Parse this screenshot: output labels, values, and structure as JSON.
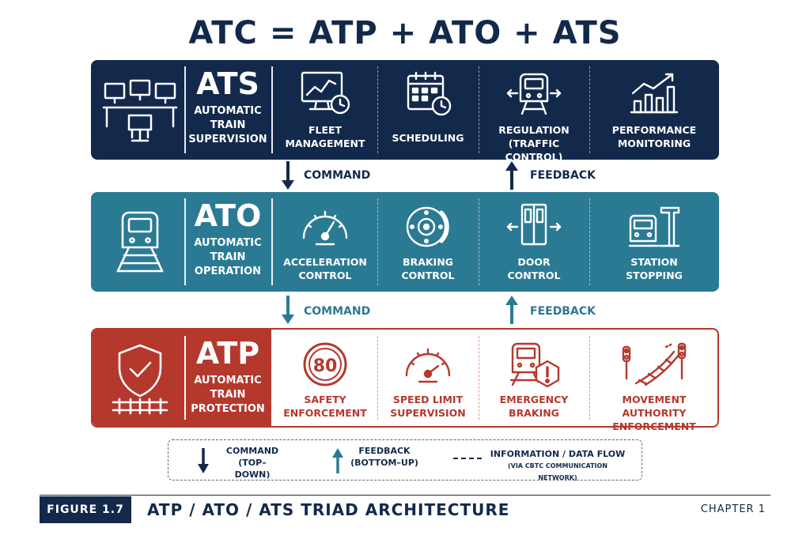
{
  "title": "ATC = ATP + ATO + ATS",
  "ats": {
    "abbr": "ATS",
    "full": [
      "AUTOMATIC",
      "TRAIN",
      "SUPERVISION"
    ],
    "icon": "control-room-icon",
    "items": [
      {
        "icon": "monitor-chart-clock-icon",
        "label": [
          "FLEET",
          "MANAGEMENT"
        ]
      },
      {
        "icon": "calendar-clock-icon",
        "label": [
          "SCHEDULING"
        ]
      },
      {
        "icon": "train-bidirectional-icon",
        "label": [
          "REGULATION",
          "(TRAFFIC CONTROL)"
        ]
      },
      {
        "icon": "rising-bar-chart-icon",
        "label": [
          "PERFORMANCE",
          "MONITORING"
        ]
      }
    ]
  },
  "ato": {
    "abbr": "ATO",
    "full": [
      "AUTOMATIC",
      "TRAIN",
      "OPERATION"
    ],
    "icon": "train-front-icon",
    "items": [
      {
        "icon": "speedometer-icon",
        "label": [
          "ACCELERATION",
          "CONTROL"
        ]
      },
      {
        "icon": "brake-disc-icon",
        "label": [
          "BRAKING",
          "CONTROL"
        ]
      },
      {
        "icon": "train-doors-icon",
        "label": [
          "DOOR",
          "CONTROL"
        ]
      },
      {
        "icon": "train-at-platform-icon",
        "label": [
          "STATION",
          "STOPPING"
        ]
      }
    ]
  },
  "atp": {
    "abbr": "ATP",
    "full": [
      "AUTOMATIC",
      "TRAIN",
      "PROTECTION"
    ],
    "icon": "shield-check-track-icon",
    "items": [
      {
        "icon": "speed-limit-sign-icon",
        "label": [
          "SAFETY",
          "ENFORCEMENT"
        ],
        "sign_value": "80"
      },
      {
        "icon": "speed-gauge-icon",
        "label": [
          "SPEED LIMIT",
          "SUPERVISION"
        ]
      },
      {
        "icon": "train-warning-icon",
        "label": [
          "EMERGENCY",
          "BRAKING"
        ]
      },
      {
        "icon": "track-signals-icon",
        "label": [
          "MOVEMENT AUTHORITY",
          "ENFORCEMENT"
        ]
      }
    ]
  },
  "flows": {
    "command": "COMMAND",
    "feedback": "FEEDBACK"
  },
  "legend": {
    "command": [
      "COMMAND",
      "(TOP–DOWN)"
    ],
    "feedback": [
      "FEEDBACK",
      "(BOTTOM–UP)"
    ],
    "info": "INFORMATION / DATA FLOW",
    "info_sub": "(VIA CBTC COMMUNICATION NETWORK)"
  },
  "footer": {
    "figure": "FIGURE 1.7",
    "caption": "ATP / ATO / ATS TRIAD ARCHITECTURE",
    "chapter": "CHAPTER 1"
  },
  "colors": {
    "navy": "#13294b",
    "teal": "#2b7a94",
    "red": "#b5382d"
  }
}
